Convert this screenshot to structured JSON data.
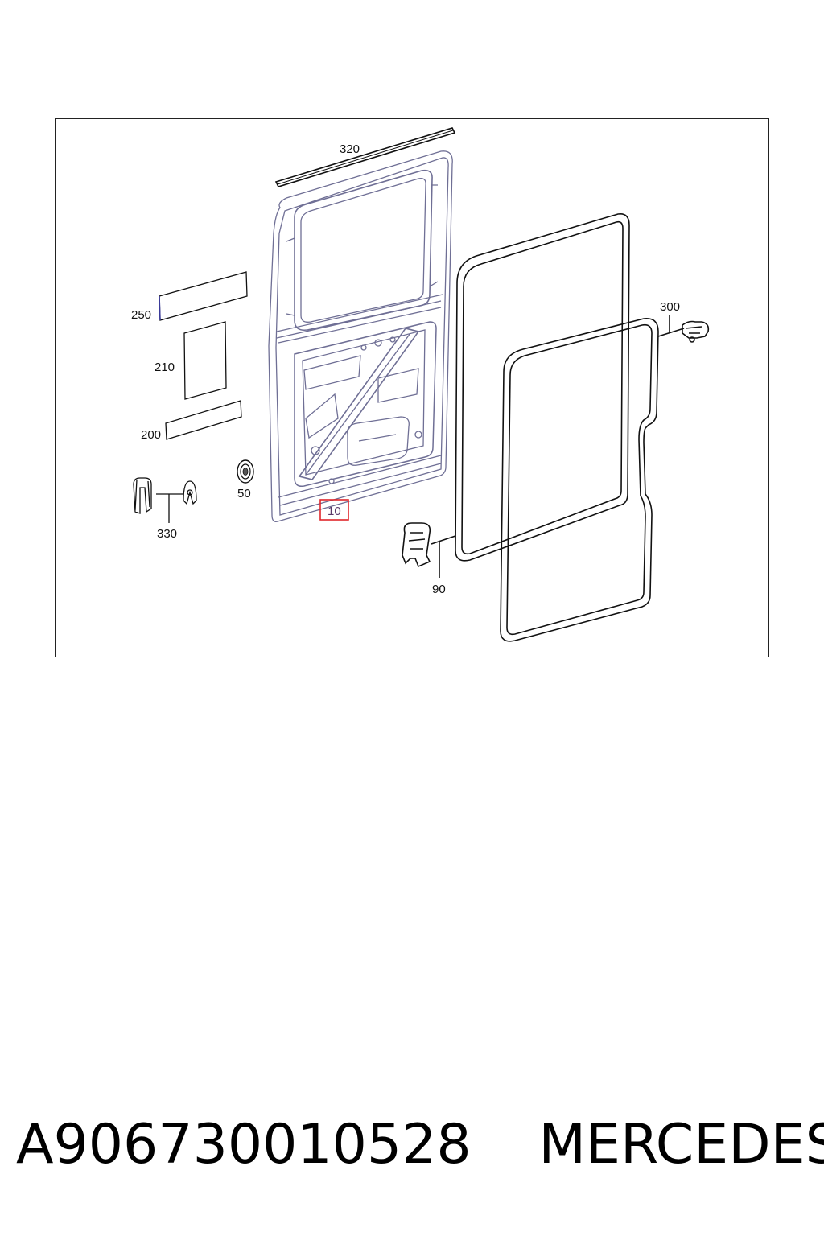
{
  "callouts": {
    "c320": "320",
    "c250": "250",
    "c210": "210",
    "c200": "200",
    "c50": "50",
    "c330": "330",
    "c10": "10",
    "c90": "90",
    "c300": "300"
  },
  "caption": {
    "part_number": "A906730010528",
    "brand": "MERCEDES"
  },
  "colors": {
    "door_outline": "#6f6f95",
    "seal_outline": "#111111",
    "highlight": "#e0262b"
  }
}
